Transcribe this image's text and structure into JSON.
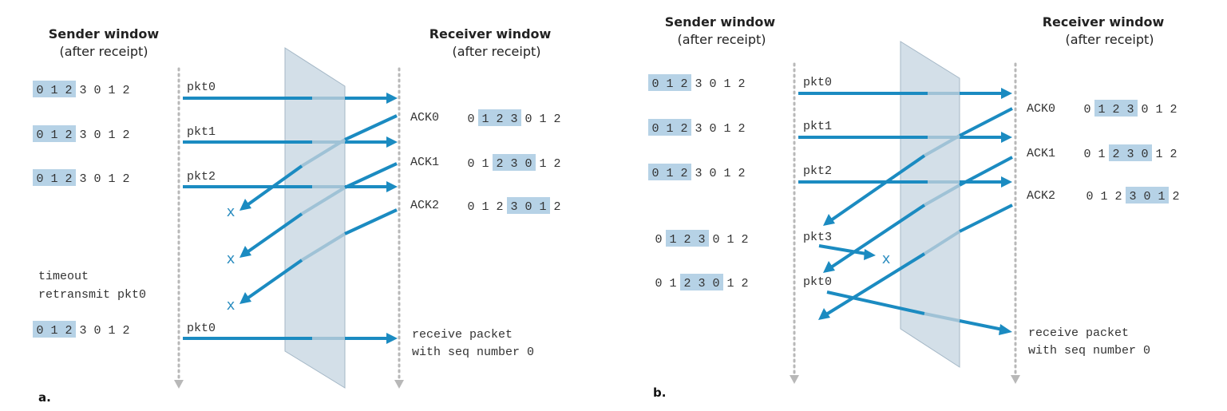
{
  "panels": [
    {
      "id": "a",
      "label": "a.",
      "sender_title": "Sender window",
      "sender_sub": "(after receipt)",
      "receiver_title": "Receiver window",
      "receiver_sub": "(after receipt)",
      "sender_windows": [
        {
          "seq": [
            "0",
            "1",
            "2",
            "3",
            "0",
            "1",
            "2"
          ],
          "hl": [
            0,
            3
          ]
        },
        {
          "seq": [
            "0",
            "1",
            "2",
            "3",
            "0",
            "1",
            "2"
          ],
          "hl": [
            0,
            3
          ]
        },
        {
          "seq": [
            "0",
            "1",
            "2",
            "3",
            "0",
            "1",
            "2"
          ],
          "hl": [
            0,
            3
          ]
        },
        {
          "seq": [
            "0",
            "1",
            "2",
            "3",
            "0",
            "1",
            "2"
          ],
          "hl": [
            0,
            3
          ]
        }
      ],
      "receiver_windows": [
        {
          "seq": [
            "0",
            "1",
            "2",
            "3",
            "0",
            "1",
            "2"
          ],
          "hl": [
            1,
            4
          ]
        },
        {
          "seq": [
            "0",
            "1",
            "2",
            "3",
            "0",
            "1",
            "2"
          ],
          "hl": [
            2,
            5
          ]
        },
        {
          "seq": [
            "0",
            "1",
            "2",
            "3",
            "0",
            "1",
            "2"
          ],
          "hl": [
            3,
            6
          ]
        }
      ],
      "sender_events": [
        "pkt0",
        "pkt1",
        "pkt2",
        "pkt0"
      ],
      "receiver_events": [
        "ACK0",
        "ACK1",
        "ACK2"
      ],
      "notes": [
        "timeout",
        "retransmit pkt0"
      ],
      "receiver_note": [
        "receive packet",
        "with seq number 0"
      ],
      "loss_marks": [
        "x",
        "x",
        "x"
      ]
    },
    {
      "id": "b",
      "label": "b.",
      "sender_title": "Sender window",
      "sender_sub": "(after receipt)",
      "receiver_title": "Receiver window",
      "receiver_sub": "(after receipt)",
      "sender_windows": [
        {
          "seq": [
            "0",
            "1",
            "2",
            "3",
            "0",
            "1",
            "2"
          ],
          "hl": [
            0,
            3
          ]
        },
        {
          "seq": [
            "0",
            "1",
            "2",
            "3",
            "0",
            "1",
            "2"
          ],
          "hl": [
            0,
            3
          ]
        },
        {
          "seq": [
            "0",
            "1",
            "2",
            "3",
            "0",
            "1",
            "2"
          ],
          "hl": [
            0,
            3
          ]
        },
        {
          "seq": [
            "0",
            "1",
            "2",
            "3",
            "0",
            "1",
            "2"
          ],
          "hl": [
            1,
            4
          ]
        },
        {
          "seq": [
            "0",
            "1",
            "2",
            "3",
            "0",
            "1",
            "2"
          ],
          "hl": [
            2,
            5
          ]
        }
      ],
      "receiver_windows": [
        {
          "seq": [
            "0",
            "1",
            "2",
            "3",
            "0",
            "1",
            "2"
          ],
          "hl": [
            1,
            4
          ]
        },
        {
          "seq": [
            "0",
            "1",
            "2",
            "3",
            "0",
            "1",
            "2"
          ],
          "hl": [
            2,
            5
          ]
        },
        {
          "seq": [
            "0",
            "1",
            "2",
            "3",
            "0",
            "1",
            "2"
          ],
          "hl": [
            3,
            6
          ]
        }
      ],
      "sender_events": [
        "pkt0",
        "pkt1",
        "pkt2",
        "pkt3",
        "pkt0"
      ],
      "receiver_events": [
        "ACK0",
        "ACK1",
        "ACK2"
      ],
      "receiver_note": [
        "receive packet",
        "with seq number 0"
      ],
      "loss_marks": [
        "x"
      ]
    }
  ],
  "colors": {
    "highlight": "#b6d2e6",
    "arrow": "#1b8bc1",
    "timeline": "#b8b8b8",
    "slab": "#d3dfe8"
  }
}
